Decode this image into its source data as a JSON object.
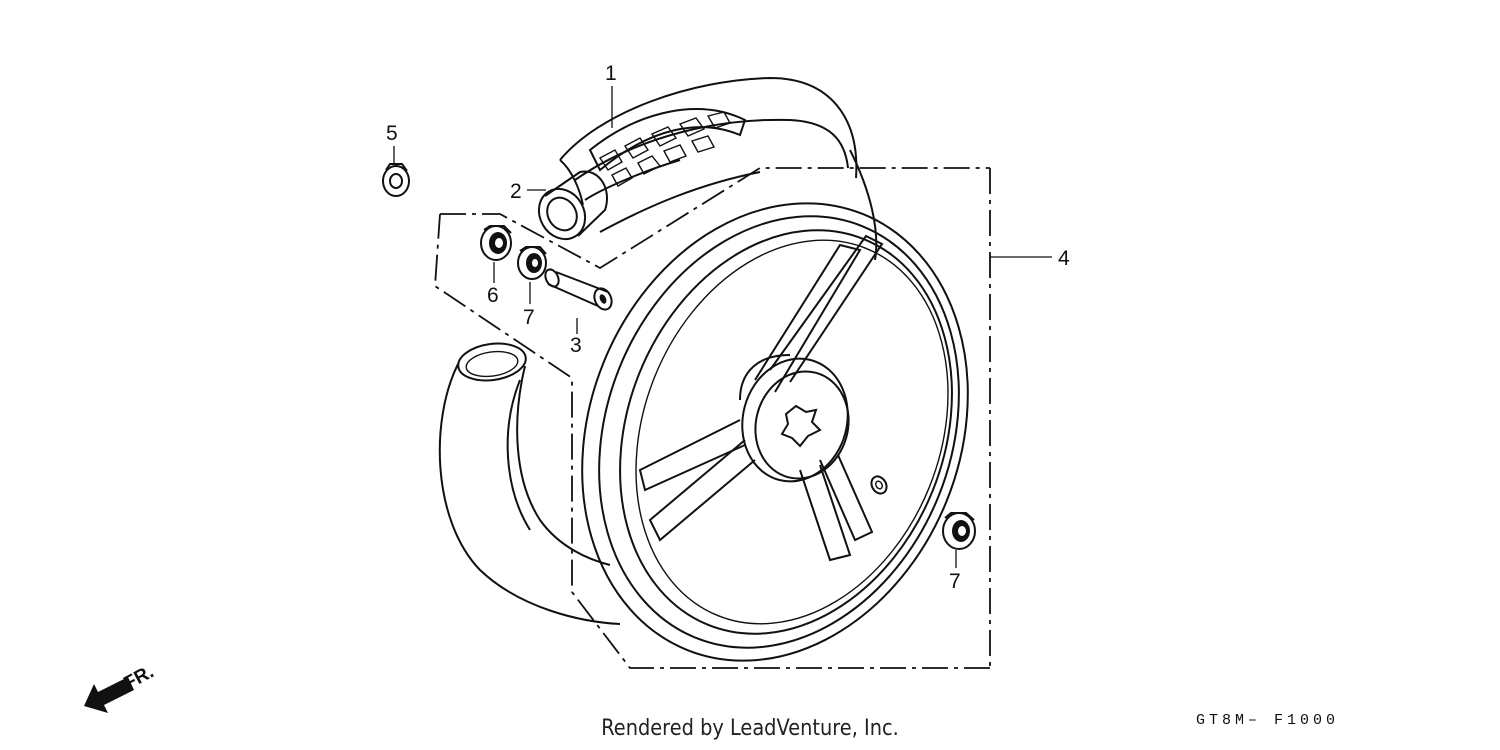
{
  "callouts": {
    "c1": "1",
    "c2": "2",
    "c3": "3",
    "c4": "4",
    "c5": "5",
    "c6": "6",
    "c7a": "7",
    "c7b": "7"
  },
  "direction_label": "FR.",
  "credit": "Rendered by LeadVenture, Inc.",
  "diagram_code": "GT8M– F1000"
}
